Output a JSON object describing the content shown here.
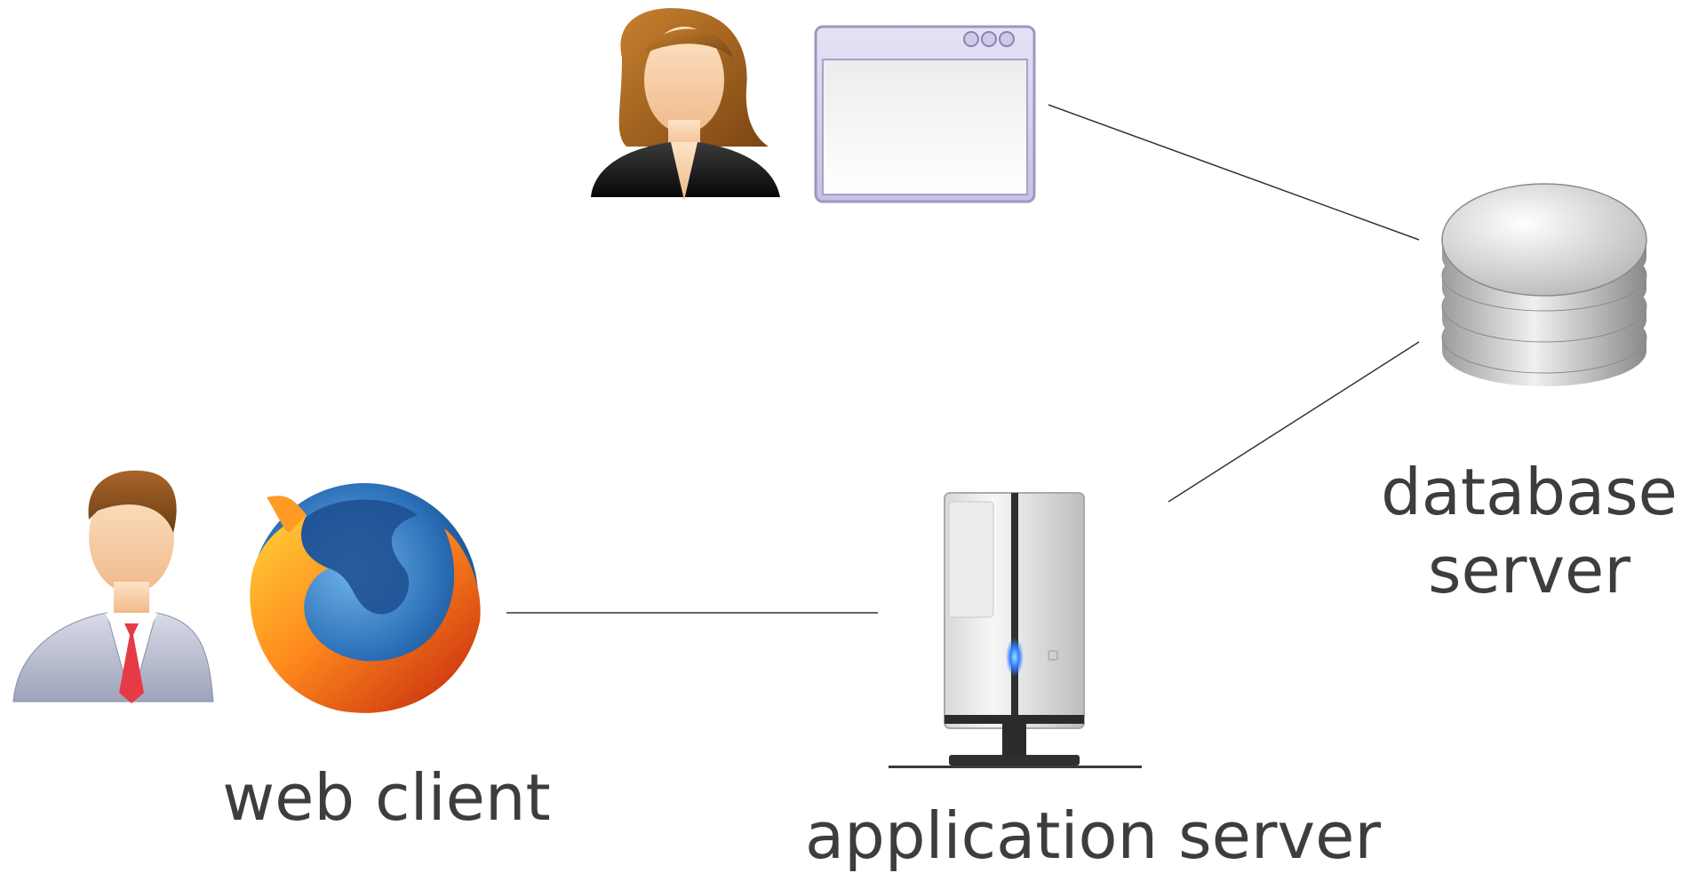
{
  "labels": {
    "web_client": "web client",
    "application_server": "application server",
    "database_server_line1": "database",
    "database_server_line2": "server"
  },
  "nodes": [
    {
      "id": "female-user",
      "icon": "female-user-icon"
    },
    {
      "id": "desktop-app-window",
      "icon": "application-window-icon"
    },
    {
      "id": "male-user",
      "icon": "male-user-icon"
    },
    {
      "id": "firefox-browser",
      "icon": "firefox-browser-icon"
    },
    {
      "id": "application-server",
      "icon": "server-tower-icon"
    },
    {
      "id": "database-server",
      "icon": "database-cylinder-icon"
    }
  ],
  "connections": [
    {
      "from": "desktop-app-window",
      "to": "database-server"
    },
    {
      "from": "application-server",
      "to": "database-server"
    },
    {
      "from": "firefox-browser",
      "to": "application-server"
    }
  ],
  "colors": {
    "label_text": "#3d3d3d",
    "connector": "#333333"
  }
}
